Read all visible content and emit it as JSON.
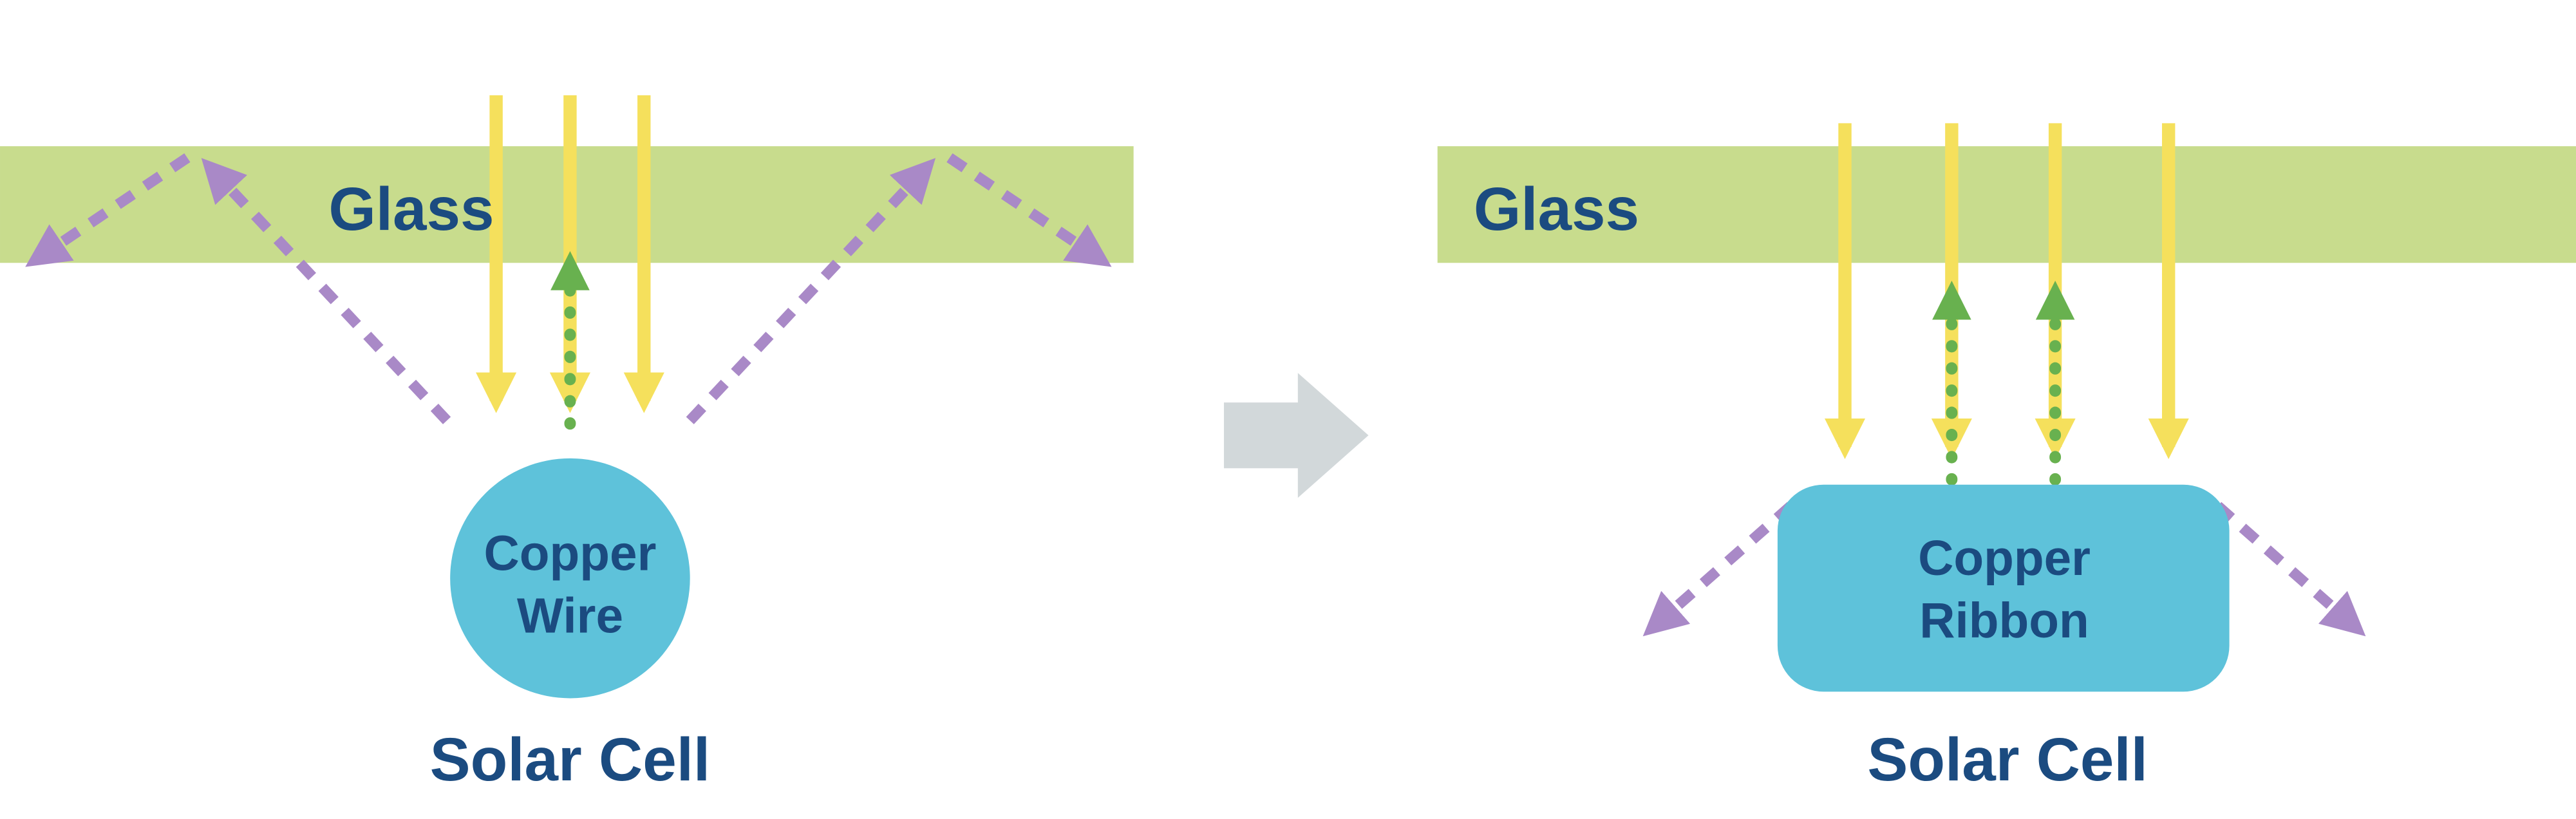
{
  "left_panel": {
    "glass_label": "Glass",
    "conductor": {
      "line1": "Copper",
      "line2": "Wire"
    },
    "caption": "Solar Cell"
  },
  "right_panel": {
    "glass_label": "Glass",
    "conductor": {
      "line1": "Copper",
      "line2": "Ribbon"
    },
    "caption": "Solar Cell"
  },
  "colors": {
    "glass_green": "#c8dc8d",
    "sunlight_yellow": "#f5e05c",
    "absorbed_green": "#68b14f",
    "reflected_purple": "#a989c7",
    "copper_blue": "#5ec2da",
    "text_navy": "#1b4b80",
    "transition_gray": "#d2d8da"
  }
}
